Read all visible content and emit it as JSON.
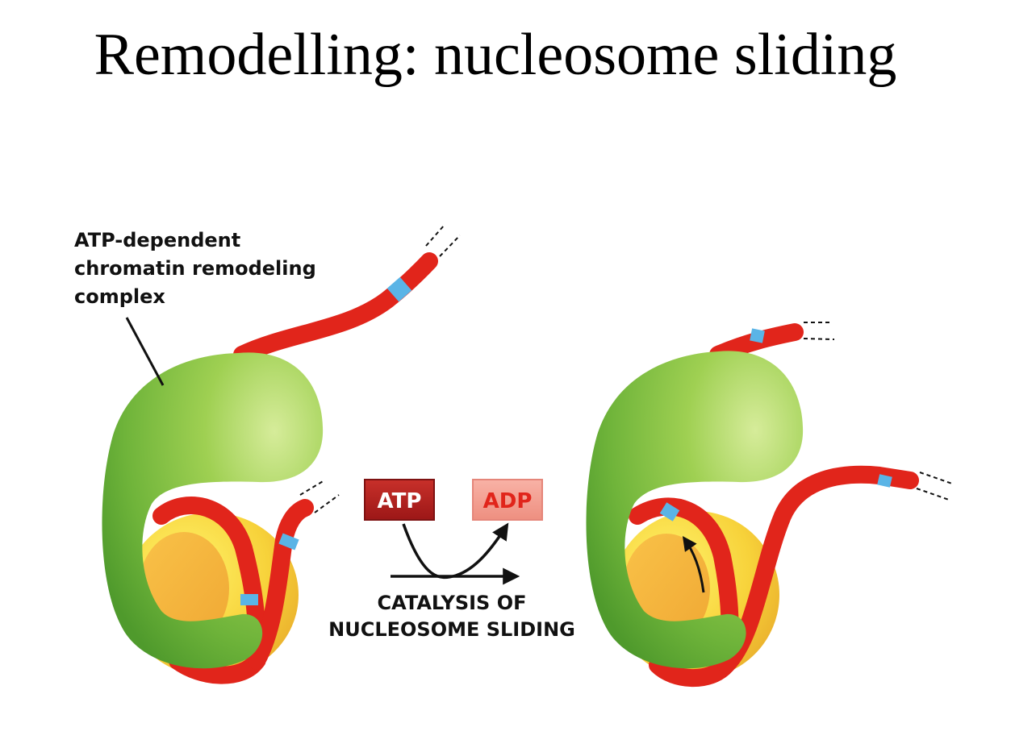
{
  "slide": {
    "title": "Remodelling: nucleosome sliding"
  },
  "labels": {
    "complex_line1": "ATP-dependent",
    "complex_line2": "chromatin remodeling",
    "complex_line3": "complex",
    "atp": "ATP",
    "adp": "ADP",
    "reaction_line1": "CATALYSIS OF",
    "reaction_line2": "NUCLEOSOME SLIDING"
  },
  "colors": {
    "remodeler_green": "#8cc43c",
    "histone_yellow": "#f7d23a",
    "dna_red": "#e1251b",
    "dna_marker_blue": "#5ab4e6",
    "atp_box": "#b51f1f",
    "adp_box": "#f29a8c"
  }
}
